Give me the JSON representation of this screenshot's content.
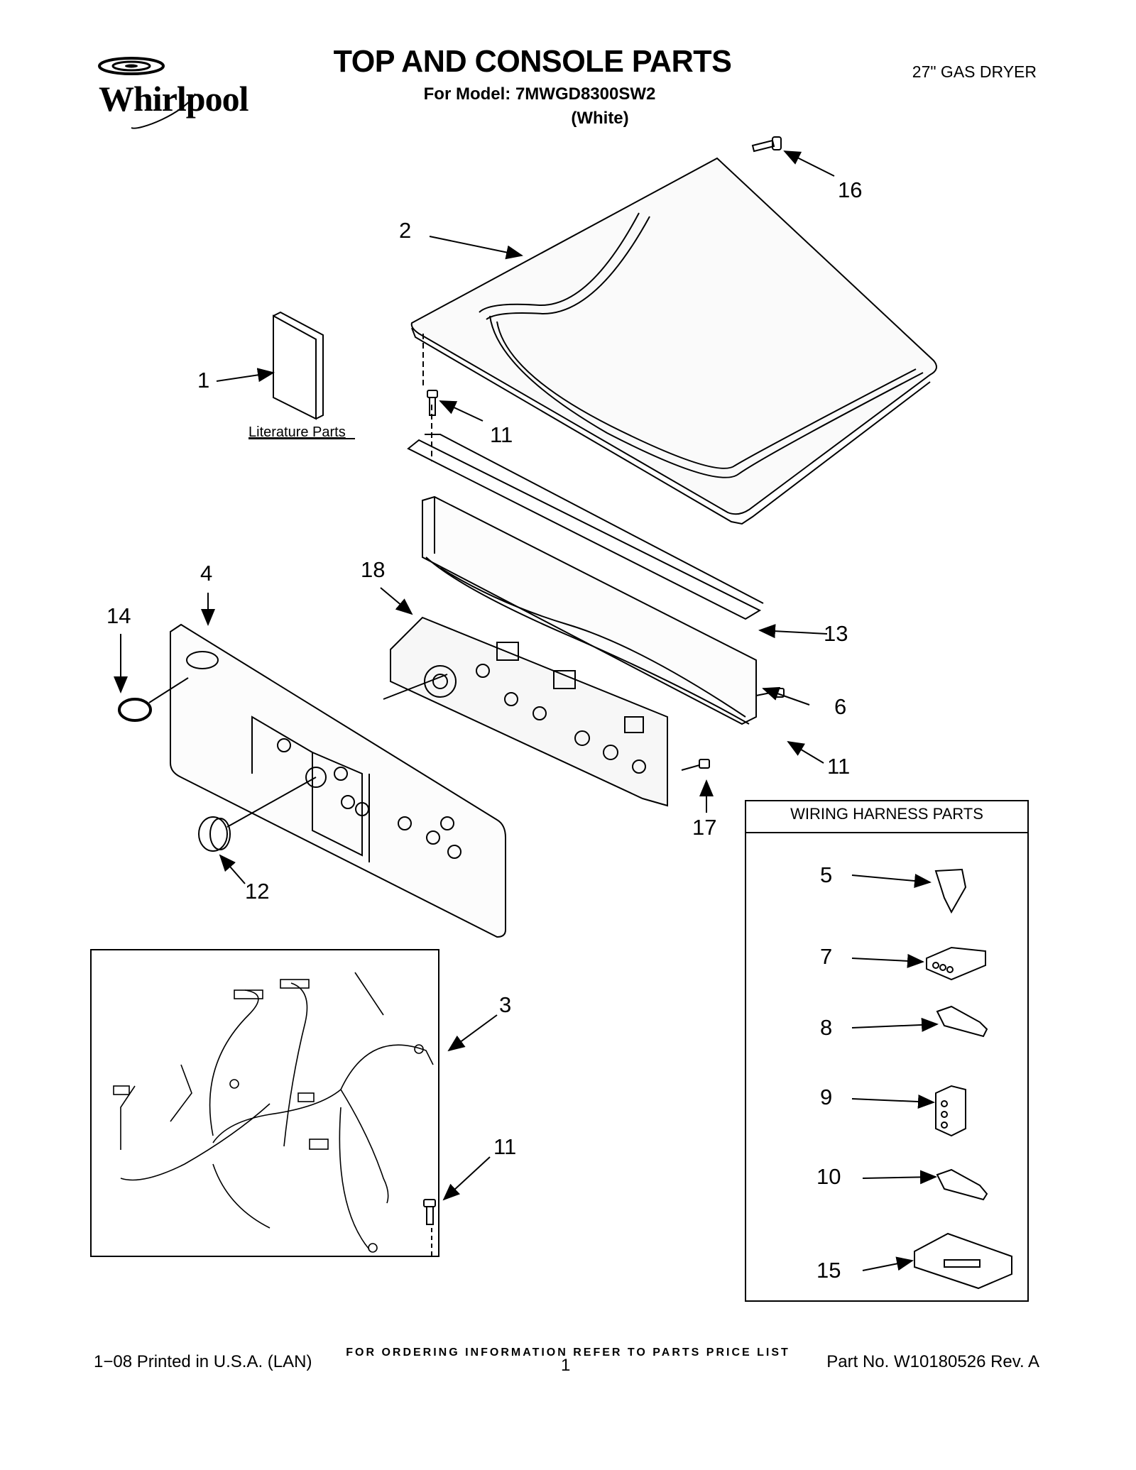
{
  "header": {
    "brand": "Whirlpool",
    "title": "TOP AND CONSOLE PARTS",
    "model_line": "For Model: 7MWGD8300SW2",
    "color_line": "(White)",
    "product": "27\" GAS DRYER"
  },
  "diagram": {
    "callouts": {
      "c1": "1",
      "c2": "2",
      "c3": "3",
      "c4": "4",
      "c5": "5",
      "c6": "6",
      "c7": "7",
      "c8": "8",
      "c9": "9",
      "c10": "10",
      "c11a": "11",
      "c11b": "11",
      "c11c": "11",
      "c12": "12",
      "c13": "13",
      "c14": "14",
      "c15": "15",
      "c16": "16",
      "c17": "17",
      "c18": "18"
    },
    "literature_label": "Literature Parts",
    "wiring_harness_title": "WIRING HARNESS PARTS"
  },
  "footer": {
    "ordering_note": "FOR ORDERING INFORMATION REFER TO PARTS PRICE LIST",
    "printed": "1−08 Printed in U.S.A. (LAN)",
    "page_number": "1",
    "part_number": "Part No. W10180526 Rev. A"
  }
}
